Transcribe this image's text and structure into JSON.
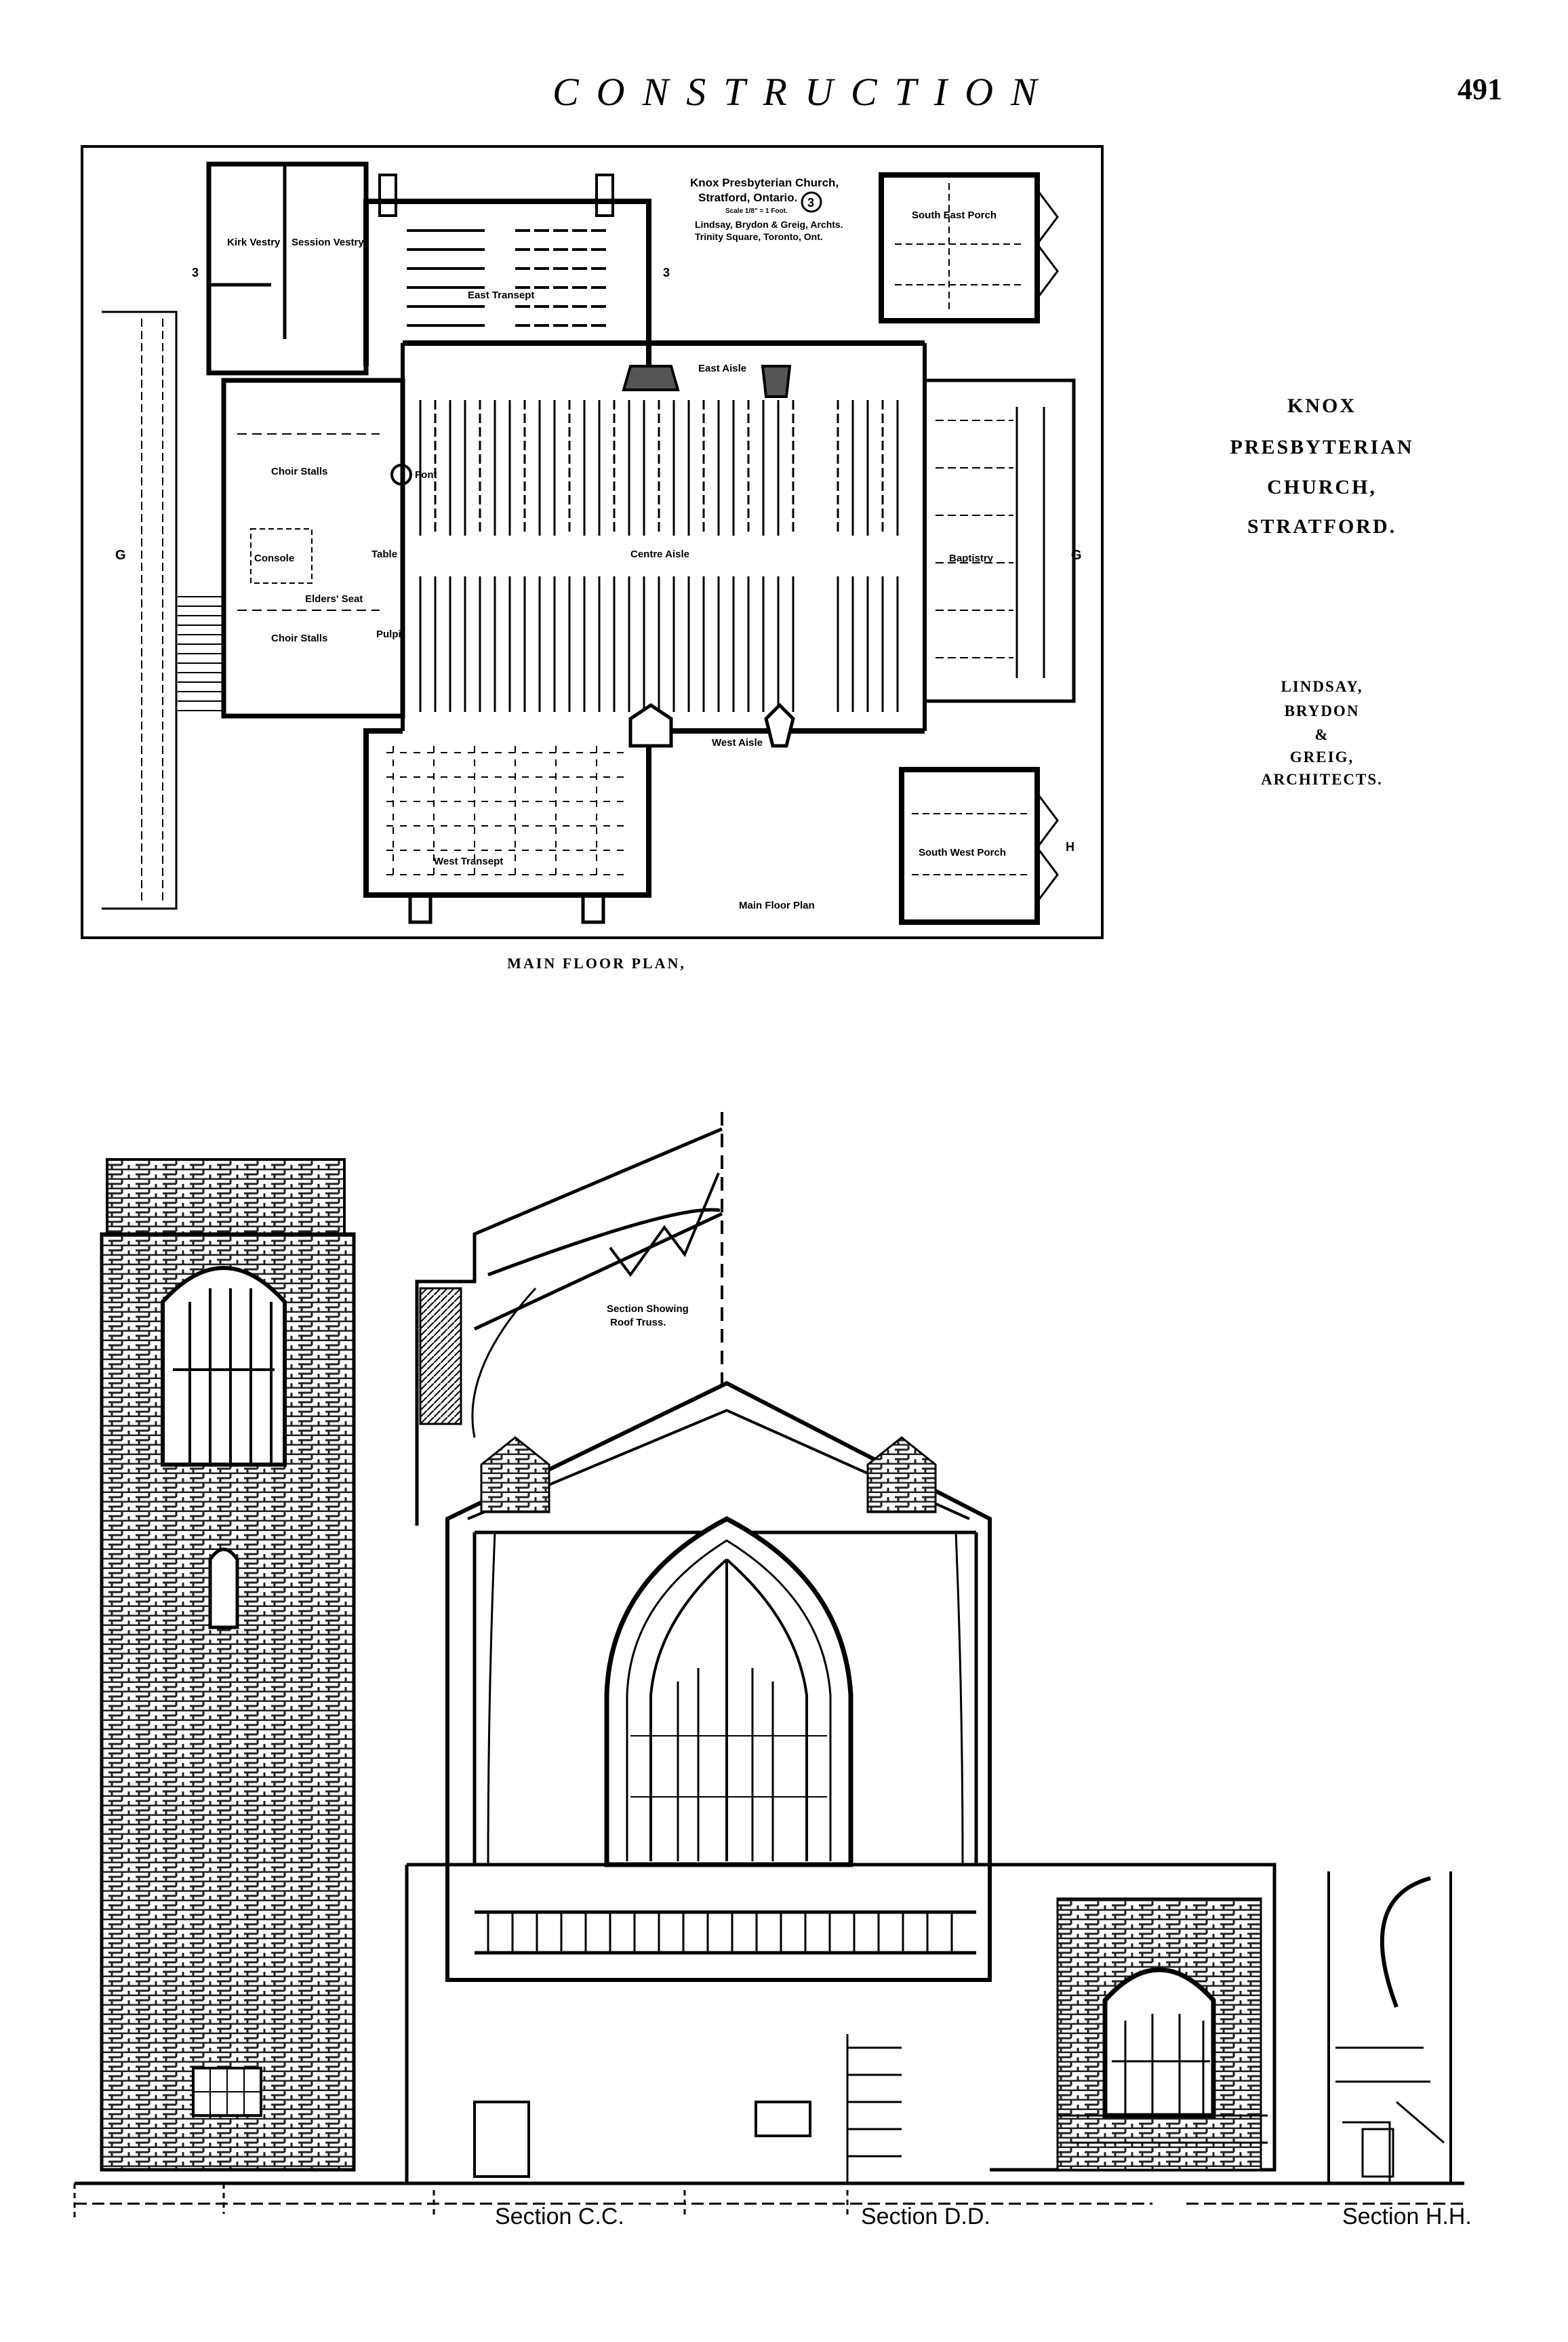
{
  "header": {
    "title": "CONSTRUCTION",
    "page_number": "491"
  },
  "side_caption": {
    "church": [
      "KNOX",
      "PRESBYTERIAN",
      "CHURCH,",
      "STRATFORD."
    ],
    "architects": [
      "LINDSAY,",
      "BRYDON",
      "&",
      "GREIG,",
      "ARCHITECTS."
    ]
  },
  "floor_plan": {
    "caption": "MAIN FLOOR PLAN,",
    "title_block": [
      "Knox Presbyterian Church,",
      "Stratford, Ontario.",
      "Scale 1/8\" = 1 Foot.",
      "Lindsay, Brydon & Greig, Archts.",
      "Trinity Square, Toronto, Ont."
    ],
    "sheet_number": "3",
    "labels": {
      "kirk_vestry": "Kirk Vestry",
      "session_vestry": "Session Vestry",
      "east_transept": "East Transept",
      "east_aisle": "East Aisle",
      "centre_aisle": "Centre Aisle",
      "choir_stalls_upper": "Choir Stalls",
      "choir_stalls_lower": "Choir Stalls",
      "console": "Console",
      "elders_seat": "Elders' Seat",
      "table": "Table",
      "font": "Font",
      "pulpit": "Pulpit",
      "baptistry": "Baptistry",
      "west_aisle": "West Aisle",
      "west_transept": "West Transept",
      "south_east_porch": "South East Porch",
      "south_west_porch": "South West Porch",
      "drawing_title": "Main Floor Plan",
      "section_mark_g_left": "G",
      "section_mark_g_right": "G",
      "section_mark_h": "H",
      "section_mark_3_left": "3",
      "section_mark_3_right": "3"
    }
  },
  "sections": {
    "roof_truss_note": [
      "Section Showing",
      "Roof Truss."
    ],
    "labels": [
      "Section C.C.",
      "Section D.D.",
      "Section H.H."
    ]
  }
}
